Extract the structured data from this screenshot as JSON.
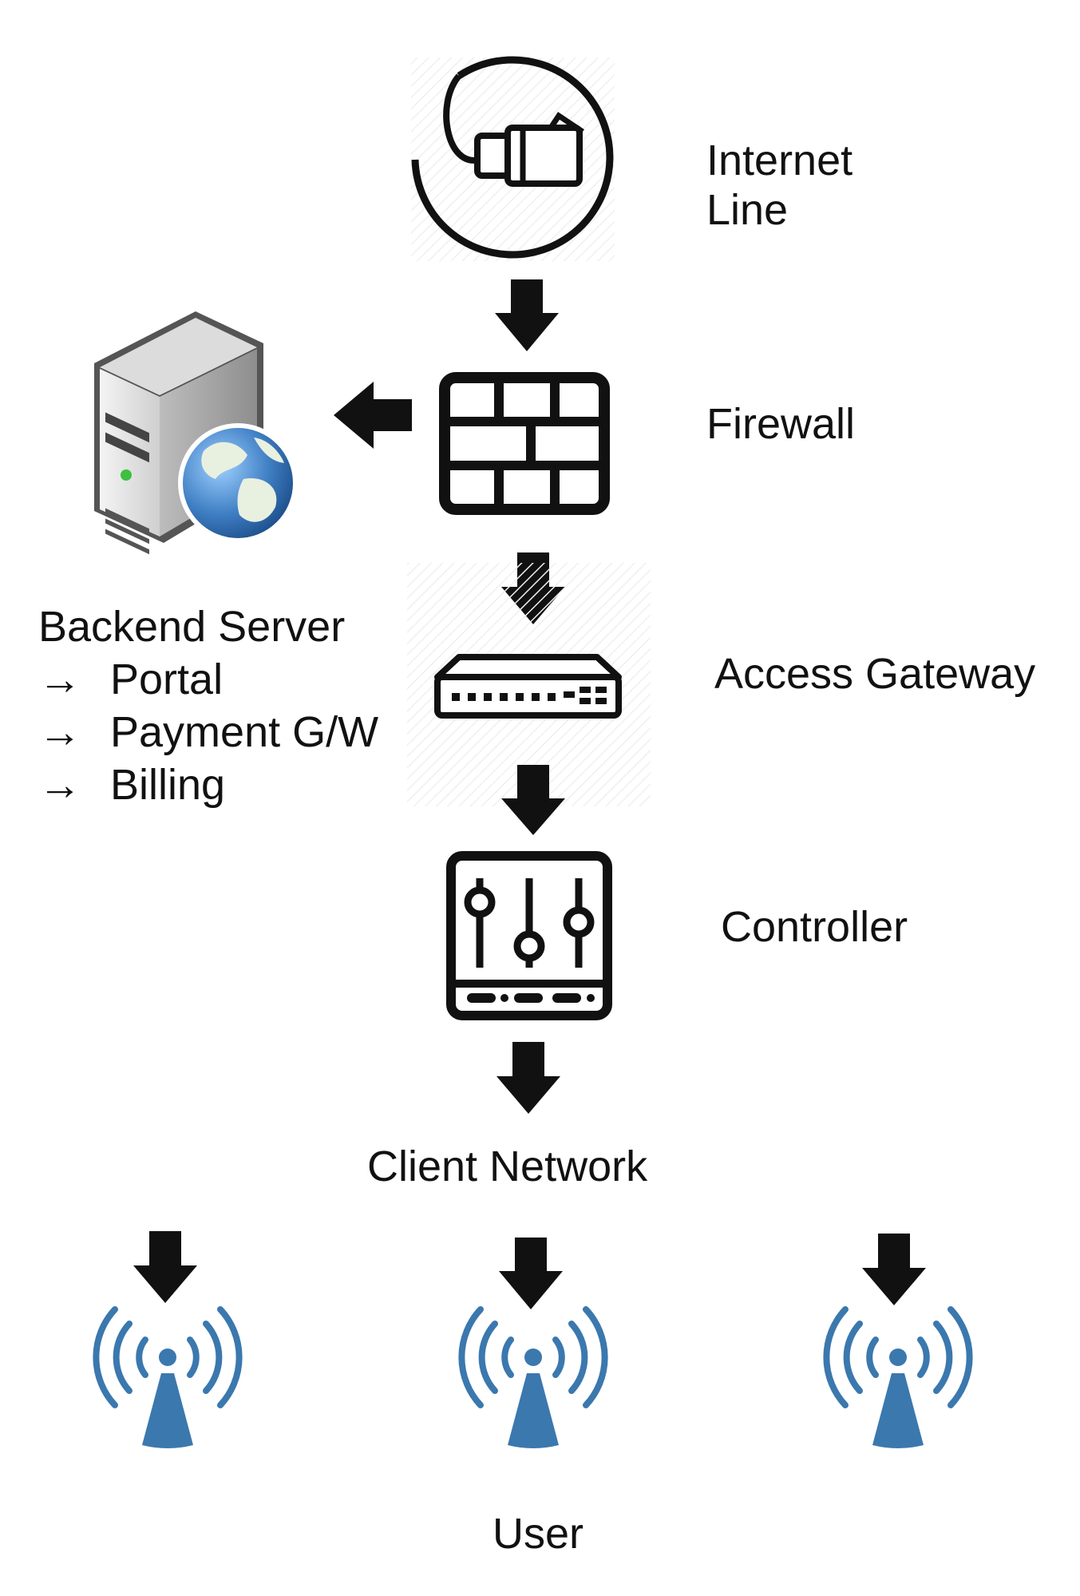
{
  "diagram": {
    "nodes": {
      "internet_line": {
        "label_line1": "Internet",
        "label_line2": "Line",
        "icon": "ethernet-plug-icon"
      },
      "firewall": {
        "label": "Firewall",
        "icon": "brick-wall-icon"
      },
      "access_gateway": {
        "label": "Access Gateway",
        "icon": "network-switch-icon"
      },
      "controller": {
        "label": "Controller",
        "icon": "mixer-sliders-icon"
      },
      "client_network": {
        "label": "Client Network"
      },
      "user": {
        "label": "User",
        "icon": "wifi-access-point-icon"
      },
      "backend_server": {
        "title": "Backend Server",
        "icon": "server-globe-icon",
        "items": [
          {
            "arrow": "→",
            "text": "Portal"
          },
          {
            "arrow": "→",
            "text": "Payment G/W"
          },
          {
            "arrow": "→",
            "text": "Billing"
          }
        ]
      }
    },
    "colors": {
      "line": "#111111",
      "wifi": "#3b78ae",
      "globe": "#3f7fc4",
      "server": "#d9d9d9"
    }
  }
}
